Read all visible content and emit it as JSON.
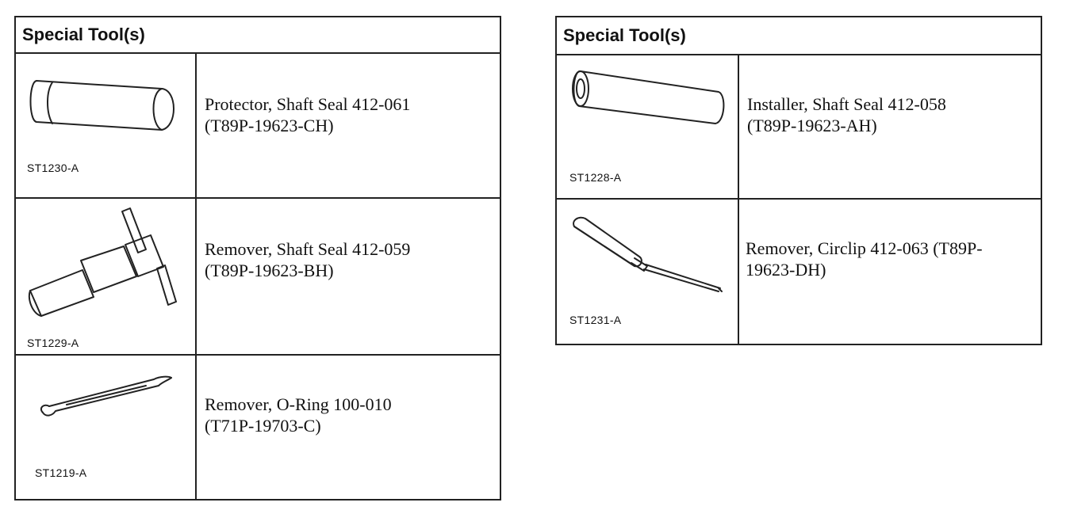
{
  "tables": [
    {
      "header": "Special Tool(s)",
      "rows": [
        {
          "code": "ST1230-A",
          "desc1": "Protector, Shaft Seal 412-061",
          "desc2": "(T89P-19623-CH)",
          "icon": "shaft-seal-protector-icon"
        },
        {
          "code": "ST1229-A",
          "desc1": "Remover, Shaft Seal 412-059",
          "desc2": "(T89P-19623-BH)",
          "icon": "shaft-seal-remover-icon"
        },
        {
          "code": "ST1219-A",
          "desc1": "Remover, O-Ring 100-010",
          "desc2": "(T71P-19703-C)",
          "icon": "o-ring-remover-icon"
        }
      ]
    },
    {
      "header": "Special Tool(s)",
      "rows": [
        {
          "code": "ST1228-A",
          "desc1": "Installer, Shaft Seal 412-058",
          "desc2": "(T89P-19623-AH)",
          "icon": "shaft-seal-installer-icon"
        },
        {
          "code": "ST1231-A",
          "desc1": "Remover, Circlip 412-063 (T89P-",
          "desc2": "19623-DH)",
          "icon": "circlip-remover-icon"
        }
      ]
    }
  ]
}
